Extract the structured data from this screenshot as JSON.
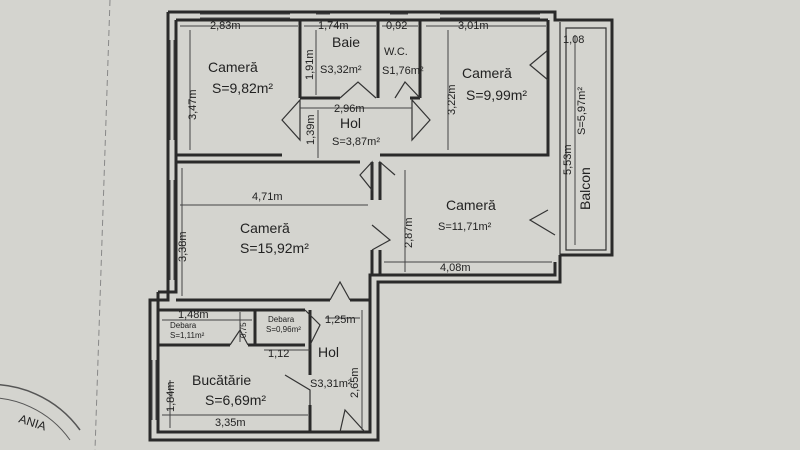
{
  "rooms": {
    "camera1": {
      "name": "Cameră",
      "area": "S=9,82m²",
      "w": "2,83m",
      "h": "3,47m"
    },
    "baie": {
      "name": "Baie",
      "area": "S3,32m²",
      "w": "1,74m",
      "h": "1,91m"
    },
    "wc": {
      "name": "W.C.",
      "area": "S1,76m²",
      "w": "0,92"
    },
    "camera2": {
      "name": "Cameră",
      "area": "S=9,99m²",
      "w": "3,01m",
      "h": "3,22m"
    },
    "hol1": {
      "name": "Hol",
      "area": "S=3,87m²",
      "w": "2,96m",
      "h": "1,39m"
    },
    "balcon": {
      "name": "Balcon",
      "area": "S=5,97m²",
      "w": "1,08",
      "h": "5,53m"
    },
    "camera3": {
      "name": "Cameră",
      "area": "S=15,92m²",
      "w": "4,71m",
      "h": "3,38m"
    },
    "camera4": {
      "name": "Cameră",
      "area": "S=11,71m²",
      "w": "4,08m",
      "h": "2,87m"
    },
    "debara1": {
      "name": "Debara",
      "area": "S=1,11m²",
      "w": "1,48m",
      "h": "0,75"
    },
    "debara2": {
      "name": "Debara",
      "area": "S=0,96m²",
      "w": "1,25m"
    },
    "hol2": {
      "name": "Hol",
      "area": "S3,31m²",
      "w": "1,12",
      "h": "2,65m"
    },
    "bucatarie": {
      "name": "Bucătărie",
      "area": "S=6,69m²",
      "w": "3,35m",
      "h": "1,84m"
    }
  },
  "stamp": "ANIA",
  "colors": {
    "paper": "#d7d7d2",
    "ink": "#2a2a2a"
  }
}
